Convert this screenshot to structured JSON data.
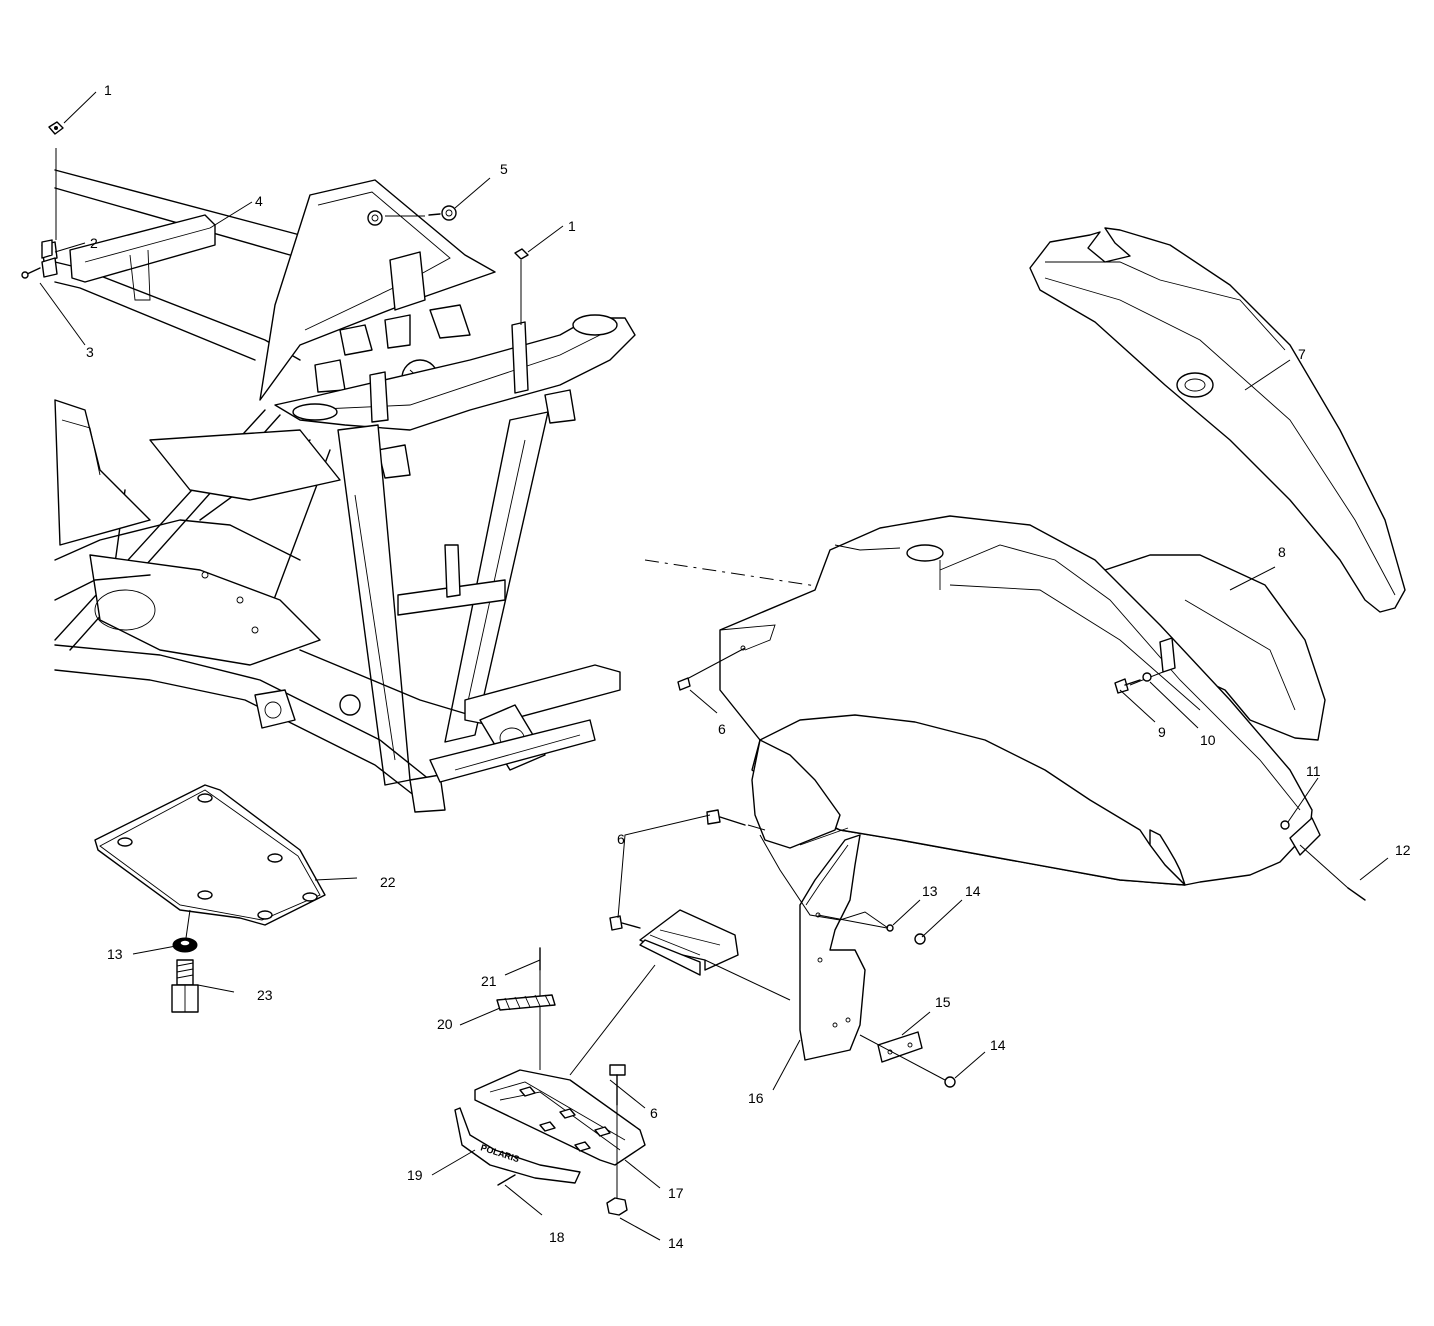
{
  "callouts": [
    {
      "id": "c1a",
      "text": "1"
    },
    {
      "id": "c1b",
      "text": "1"
    },
    {
      "id": "c2",
      "text": "2"
    },
    {
      "id": "c3",
      "text": "3"
    },
    {
      "id": "c4",
      "text": "4"
    },
    {
      "id": "c5",
      "text": "5"
    },
    {
      "id": "c6a",
      "text": "6"
    },
    {
      "id": "c6b",
      "text": "6"
    },
    {
      "id": "c6c",
      "text": "6"
    },
    {
      "id": "c7",
      "text": "7"
    },
    {
      "id": "c8",
      "text": "8"
    },
    {
      "id": "c9",
      "text": "9"
    },
    {
      "id": "c10",
      "text": "10"
    },
    {
      "id": "c11",
      "text": "11"
    },
    {
      "id": "c12",
      "text": "12"
    },
    {
      "id": "c13a",
      "text": "13"
    },
    {
      "id": "c13b",
      "text": "13"
    },
    {
      "id": "c14a",
      "text": "14"
    },
    {
      "id": "c14b",
      "text": "14"
    },
    {
      "id": "c14c",
      "text": "14"
    },
    {
      "id": "c15",
      "text": "15"
    },
    {
      "id": "c16",
      "text": "16"
    },
    {
      "id": "c17",
      "text": "17"
    },
    {
      "id": "c18",
      "text": "18"
    },
    {
      "id": "c19",
      "text": "19"
    },
    {
      "id": "c20",
      "text": "20"
    },
    {
      "id": "c21",
      "text": "21"
    },
    {
      "id": "c22",
      "text": "22"
    },
    {
      "id": "c23",
      "text": "23"
    }
  ],
  "footrest_logo_text": "POLARIS"
}
